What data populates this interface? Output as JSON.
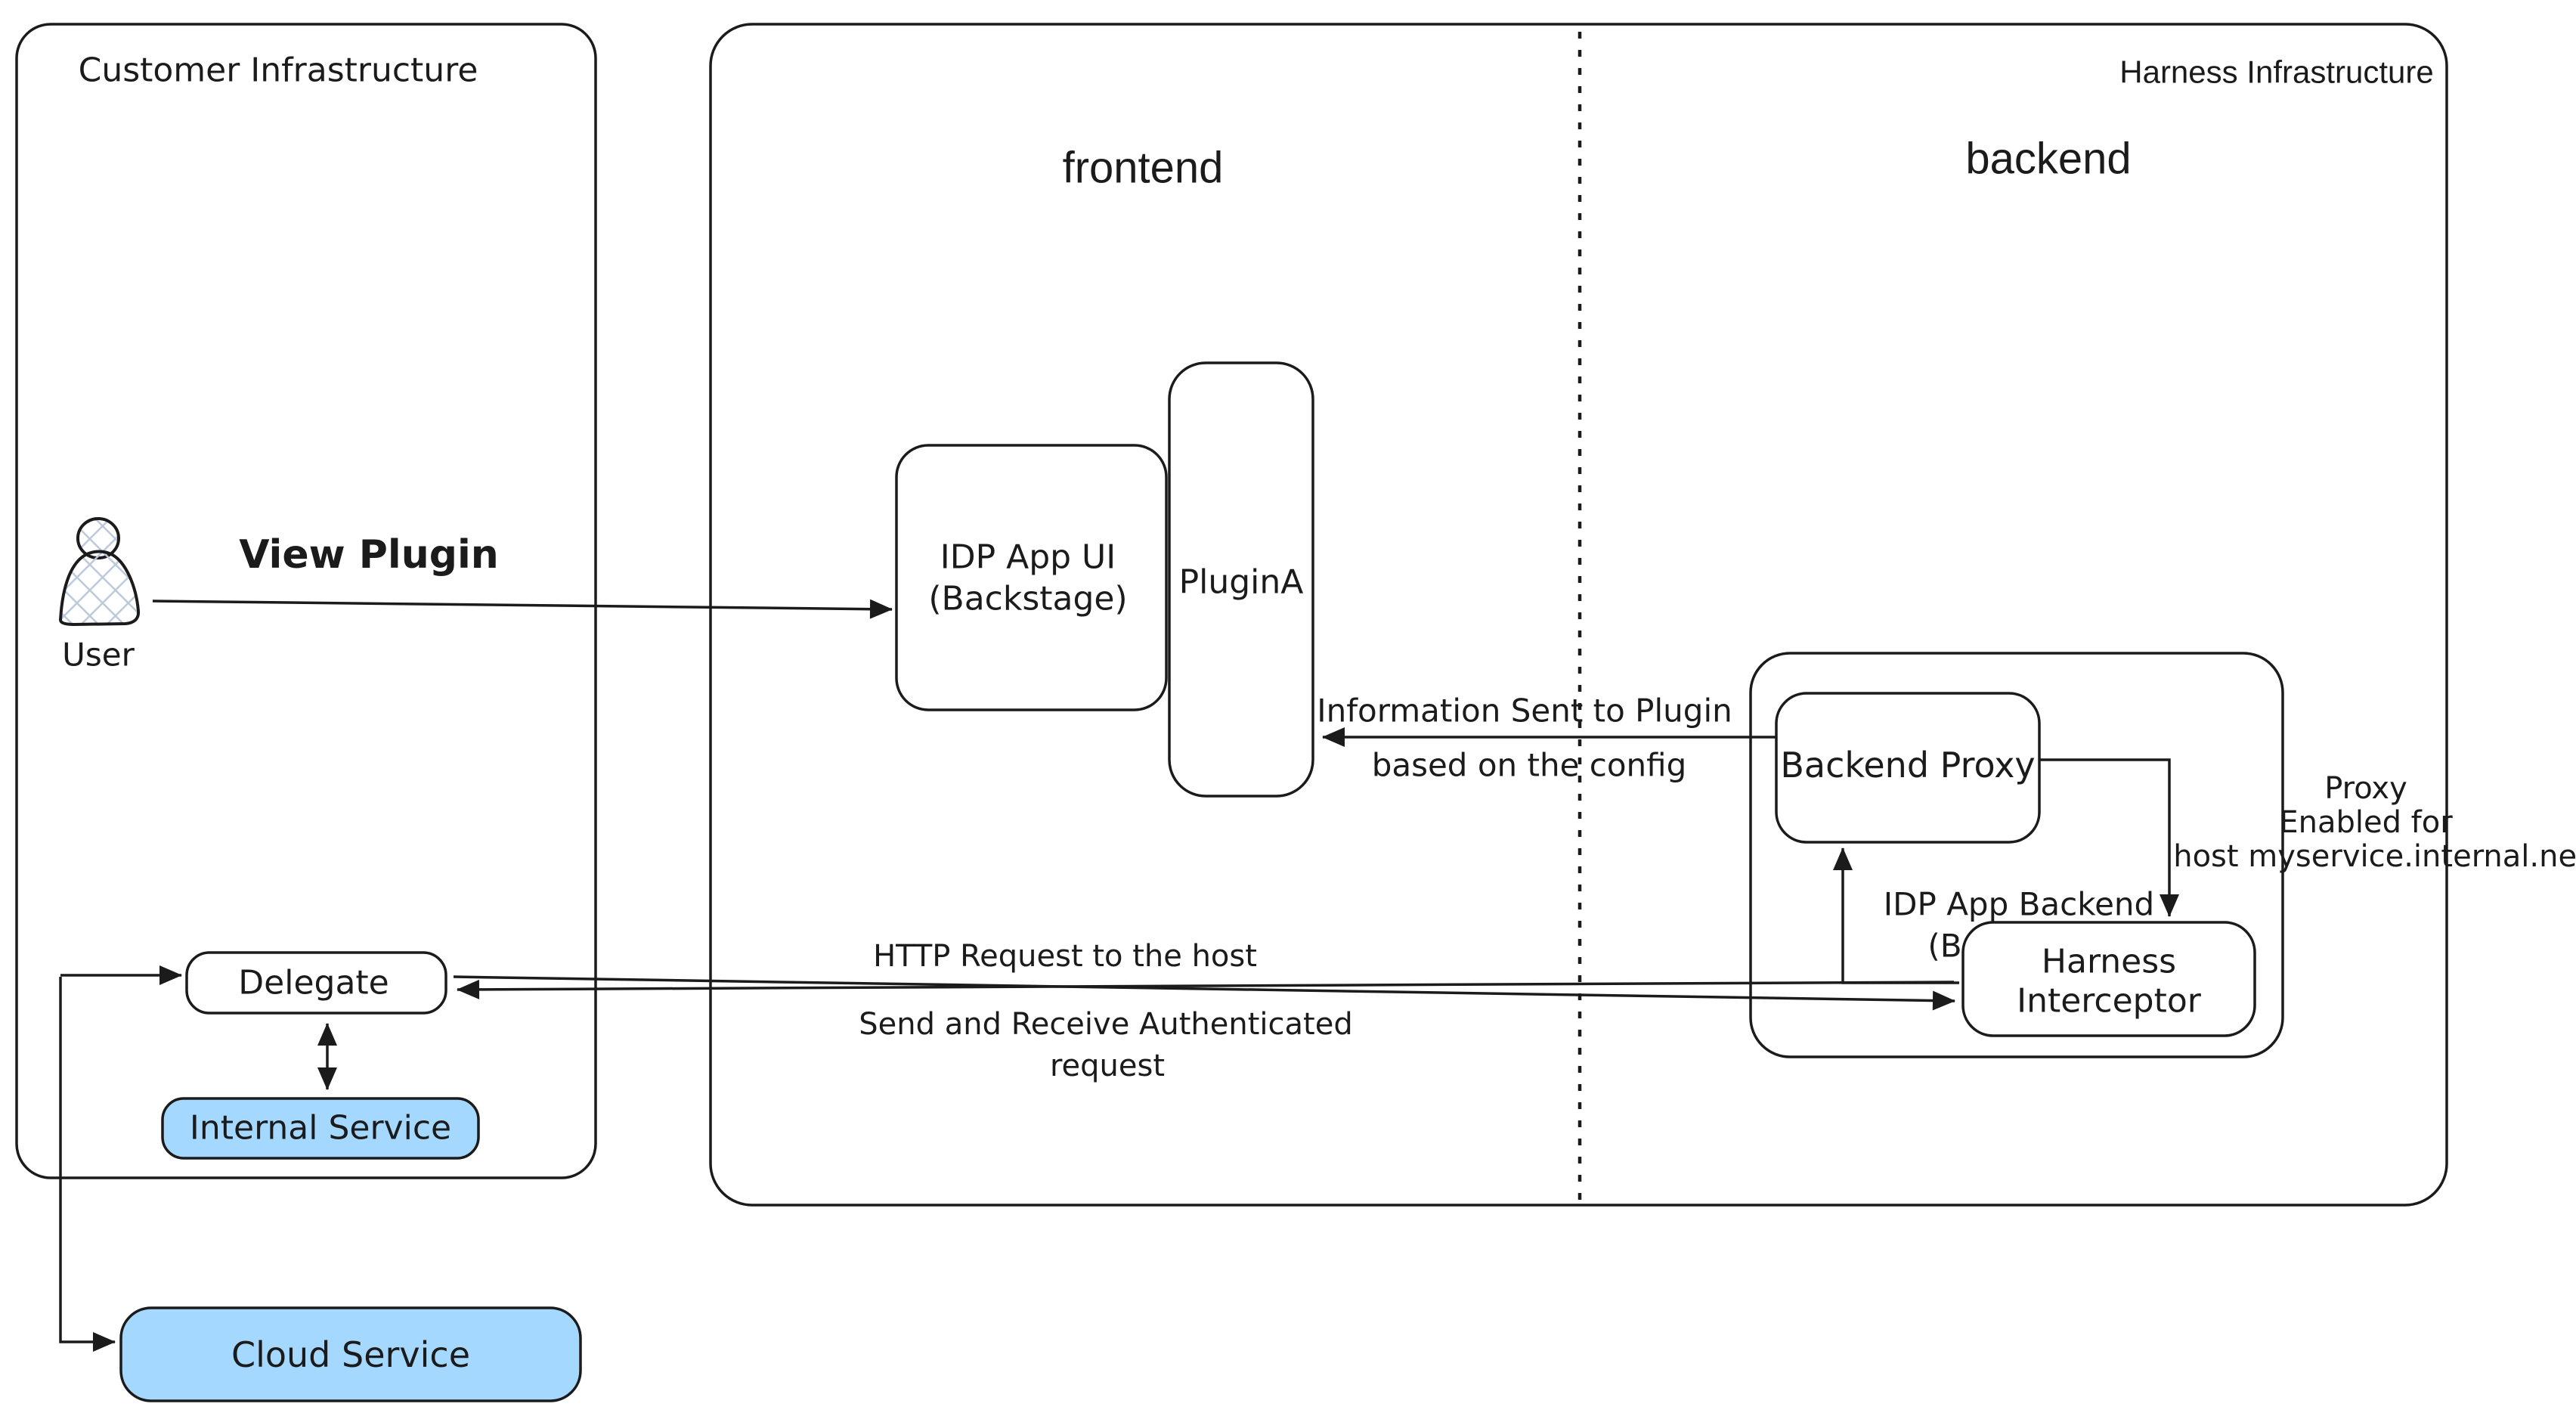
{
  "diagram": {
    "customer": {
      "label": "Customer Infrastructure",
      "user_label": "User",
      "delegate_label": "Delegate",
      "internal_service_label": "Internal Service",
      "cloud_service_label": "Cloud Service"
    },
    "harness": {
      "label": "Harness Infrastructure",
      "frontend_label": "frontend",
      "backend_label": "backend",
      "idp_app_ui_line1": "IDP App UI",
      "idp_app_ui_line2": "(Backstage)",
      "plugin_a_label": "PluginA",
      "backend_proxy_label": "Backend Proxy",
      "idp_app_backend_line1": "IDP App Backend",
      "idp_app_backend_line2": "(Backstage)",
      "interceptor_line1": "Harness",
      "interceptor_line2": "Interceptor"
    },
    "annotations": {
      "view_plugin": "View Plugin",
      "info_sent_line1": "Information Sent to Plugin",
      "info_sent_line2": "based on the config",
      "http_request": "HTTP Request to the host",
      "send_receive_line1": "Send and Receive Authenticated",
      "send_receive_line2": "request",
      "proxy_enabled_line1": "Proxy",
      "proxy_enabled_line2": "Enabled for",
      "proxy_enabled_line3": "host myservice.internal.net"
    },
    "colors": {
      "stroke": "#1b1b1b",
      "service_fill": "#a5d8ff",
      "hatch": "#bcc9da",
      "background": "#ffffff"
    }
  }
}
